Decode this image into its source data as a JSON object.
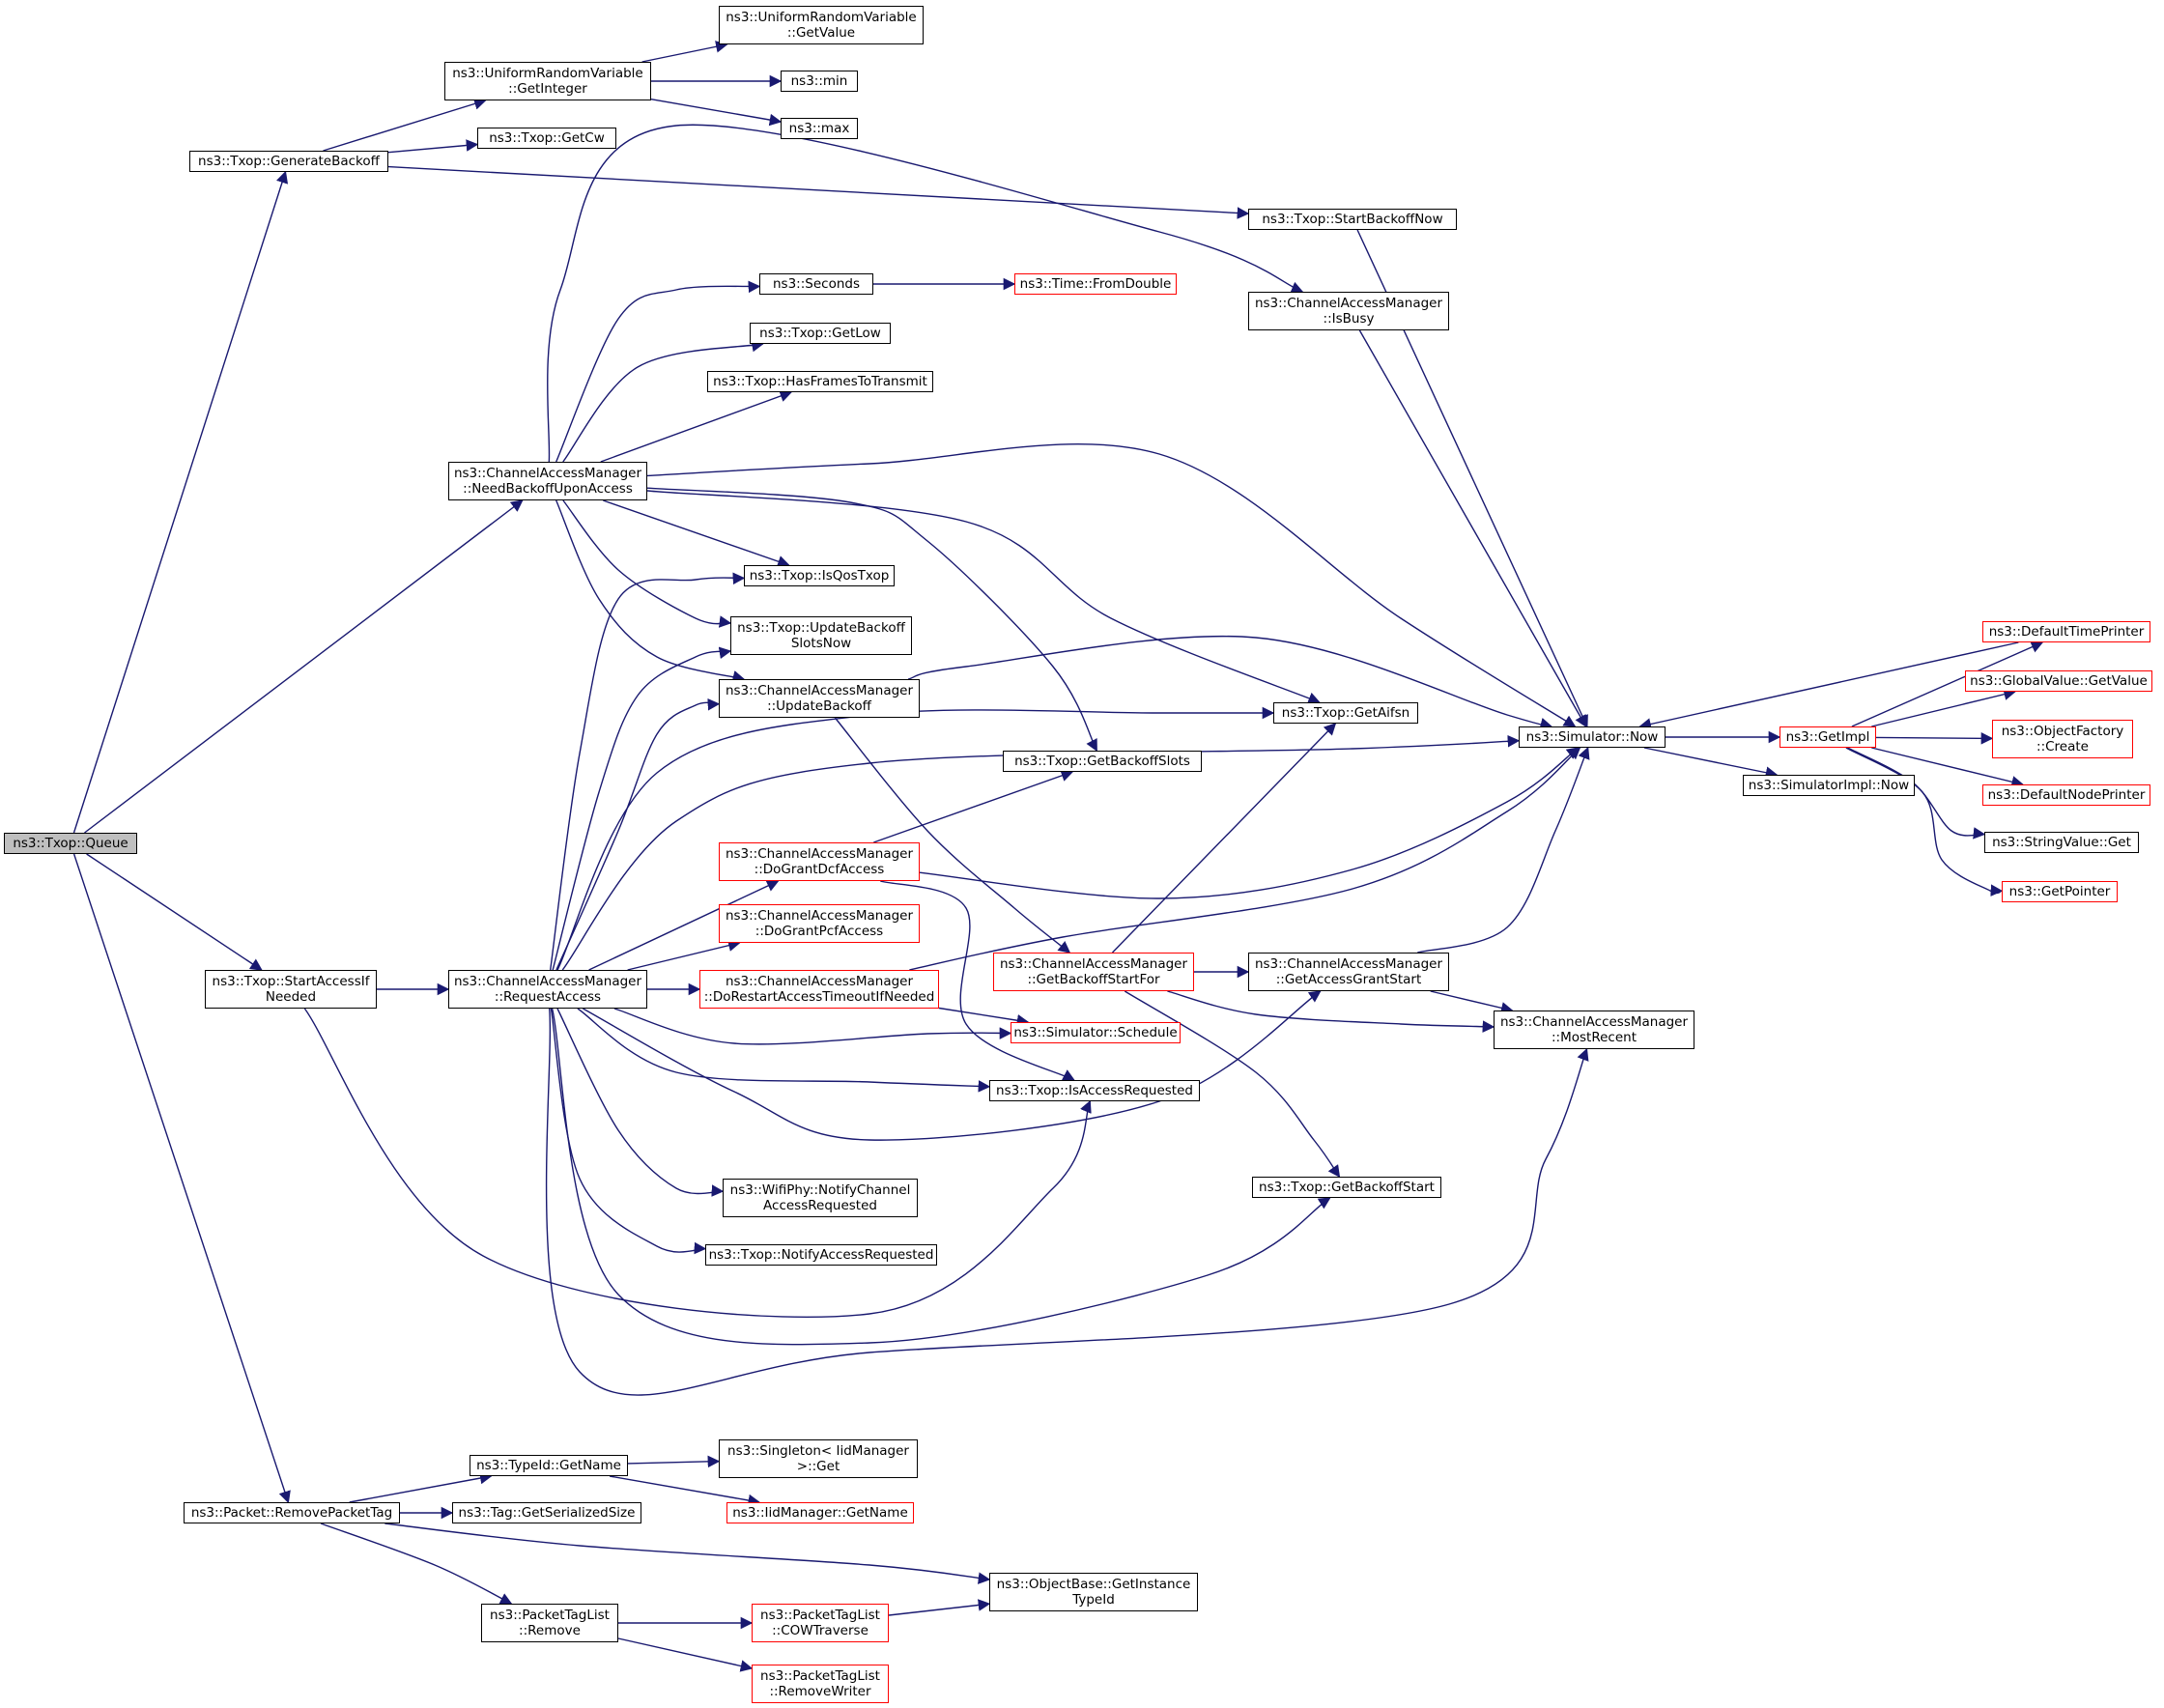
{
  "colors": {
    "edge": "#191970",
    "border": "#000000",
    "border_highlight": "#ff0000",
    "root_fill": "#bfbfbf",
    "background": "#ffffff"
  },
  "nodes": [
    {
      "id": "queue",
      "text": "ns3::Txop::Queue",
      "variant": "root"
    },
    {
      "id": "genbackoff",
      "text": "ns3::Txop::GenerateBackoff"
    },
    {
      "id": "urv_getint",
      "text": "ns3::UniformRandomVariable\n::GetInteger"
    },
    {
      "id": "urv_getval",
      "text": "ns3::UniformRandomVariable\n::GetValue"
    },
    {
      "id": "min",
      "text": "ns3::min"
    },
    {
      "id": "max",
      "text": "ns3::max"
    },
    {
      "id": "getcw",
      "text": "ns3::Txop::GetCw"
    },
    {
      "id": "startbackoffnow",
      "text": "ns3::Txop::StartBackoffNow"
    },
    {
      "id": "seconds",
      "text": "ns3::Seconds"
    },
    {
      "id": "fromdouble",
      "text": "ns3::Time::FromDouble",
      "variant": "red"
    },
    {
      "id": "isbusy",
      "text": "ns3::ChannelAccessManager\n::IsBusy"
    },
    {
      "id": "getlow",
      "text": "ns3::Txop::GetLow"
    },
    {
      "id": "hasframes",
      "text": "ns3::Txop::HasFramesToTransmit"
    },
    {
      "id": "needbackoff",
      "text": "ns3::ChannelAccessManager\n::NeedBackoffUponAccess"
    },
    {
      "id": "isqos",
      "text": "ns3::Txop::IsQosTxop"
    },
    {
      "id": "updbackoffslots",
      "text": "ns3::Txop::UpdateBackoff\nSlotsNow"
    },
    {
      "id": "cam_updbackoff",
      "text": "ns3::ChannelAccessManager\n::UpdateBackoff"
    },
    {
      "id": "getaifsn",
      "text": "ns3::Txop::GetAifsn"
    },
    {
      "id": "getbackoffslots",
      "text": "ns3::Txop::GetBackoffSlots"
    },
    {
      "id": "simnow",
      "text": "ns3::Simulator::Now"
    },
    {
      "id": "getimpl",
      "text": "ns3::GetImpl",
      "variant": "red"
    },
    {
      "id": "simimplnow",
      "text": "ns3::SimulatorImpl::Now"
    },
    {
      "id": "deftimeprinter",
      "text": "ns3::DefaultTimePrinter",
      "variant": "red"
    },
    {
      "id": "globalvalue",
      "text": "ns3::GlobalValue::GetValue",
      "variant": "red"
    },
    {
      "id": "objfactory",
      "text": "ns3::ObjectFactory\n::Create",
      "variant": "red"
    },
    {
      "id": "defnodeprinter",
      "text": "ns3::DefaultNodePrinter",
      "variant": "red"
    },
    {
      "id": "stringvalue",
      "text": "ns3::StringValue::Get"
    },
    {
      "id": "getpointer",
      "text": "ns3::GetPointer",
      "variant": "red"
    },
    {
      "id": "dograntdcf",
      "text": "ns3::ChannelAccessManager\n::DoGrantDcfAccess",
      "variant": "red"
    },
    {
      "id": "dograntpcf",
      "text": "ns3::ChannelAccessManager\n::DoGrantPcfAccess",
      "variant": "red"
    },
    {
      "id": "startaccess",
      "text": "ns3::Txop::StartAccessIf\nNeeded"
    },
    {
      "id": "requestaccess",
      "text": "ns3::ChannelAccessManager\n::RequestAccess"
    },
    {
      "id": "dorestart",
      "text": "ns3::ChannelAccessManager\n::DoRestartAccessTimeoutIfNeeded",
      "variant": "red"
    },
    {
      "id": "getbackoffstartfor",
      "text": "ns3::ChannelAccessManager\n::GetBackoffStartFor",
      "variant": "red"
    },
    {
      "id": "getaccessgrantstart",
      "text": "ns3::ChannelAccessManager\n::GetAccessGrantStart"
    },
    {
      "id": "mostrecent",
      "text": "ns3::ChannelAccessManager\n::MostRecent"
    },
    {
      "id": "schedule",
      "text": "ns3::Simulator::Schedule",
      "variant": "red"
    },
    {
      "id": "isaccessrequested",
      "text": "ns3::Txop::IsAccessRequested"
    },
    {
      "id": "notifychannel",
      "text": "ns3::WifiPhy::NotifyChannel\nAccessRequested"
    },
    {
      "id": "notifyaccess",
      "text": "ns3::Txop::NotifyAccessRequested"
    },
    {
      "id": "getbackoffstart",
      "text": "ns3::Txop::GetBackoffStart"
    },
    {
      "id": "typeid_getname",
      "text": "ns3::TypeId::GetName"
    },
    {
      "id": "singleton",
      "text": "ns3::Singleton< IidManager\n>::Get"
    },
    {
      "id": "iidmanager",
      "text": "ns3::IidManager::GetName",
      "variant": "red"
    },
    {
      "id": "removepackettag",
      "text": "ns3::Packet::RemovePacketTag"
    },
    {
      "id": "tag_size",
      "text": "ns3::Tag::GetSerializedSize"
    },
    {
      "id": "objectbase",
      "text": "ns3::ObjectBase::GetInstance\nTypeId"
    },
    {
      "id": "ptl_remove",
      "text": "ns3::PacketTagList\n::Remove"
    },
    {
      "id": "ptl_cow",
      "text": "ns3::PacketTagList\n::COWTraverse",
      "variant": "red"
    },
    {
      "id": "ptl_removewriter",
      "text": "ns3::PacketTagList\n::RemoveWriter",
      "variant": "red"
    }
  ],
  "edges": [
    [
      "queue",
      "genbackoff"
    ],
    [
      "queue",
      "needbackoff"
    ],
    [
      "queue",
      "startaccess"
    ],
    [
      "queue",
      "removepackettag"
    ],
    [
      "genbackoff",
      "urv_getint"
    ],
    [
      "genbackoff",
      "getcw"
    ],
    [
      "genbackoff",
      "startbackoffnow"
    ],
    [
      "urv_getint",
      "urv_getval"
    ],
    [
      "urv_getint",
      "min"
    ],
    [
      "urv_getint",
      "max"
    ],
    [
      "startbackoffnow",
      "simnow"
    ],
    [
      "isbusy",
      "simnow"
    ],
    [
      "needbackoff",
      "isbusy"
    ],
    [
      "needbackoff",
      "seconds"
    ],
    [
      "needbackoff",
      "getlow"
    ],
    [
      "needbackoff",
      "hasframes"
    ],
    [
      "needbackoff",
      "simnow"
    ],
    [
      "needbackoff",
      "isqos"
    ],
    [
      "needbackoff",
      "updbackoffslots"
    ],
    [
      "needbackoff",
      "cam_updbackoff"
    ],
    [
      "needbackoff",
      "getaifsn"
    ],
    [
      "needbackoff",
      "getbackoffslots"
    ],
    [
      "seconds",
      "fromdouble"
    ],
    [
      "cam_updbackoff",
      "simnow"
    ],
    [
      "cam_updbackoff",
      "getbackoffstartfor"
    ],
    [
      "simnow",
      "getimpl"
    ],
    [
      "simnow",
      "simimplnow"
    ],
    [
      "getimpl",
      "deftimeprinter"
    ],
    [
      "getimpl",
      "globalvalue"
    ],
    [
      "getimpl",
      "objfactory"
    ],
    [
      "getimpl",
      "defnodeprinter"
    ],
    [
      "getimpl",
      "stringvalue"
    ],
    [
      "getimpl",
      "getpointer"
    ],
    [
      "deftimeprinter",
      "simnow"
    ],
    [
      "startaccess",
      "requestaccess"
    ],
    [
      "startaccess",
      "isaccessrequested"
    ],
    [
      "requestaccess",
      "isqos"
    ],
    [
      "requestaccess",
      "updbackoffslots"
    ],
    [
      "requestaccess",
      "cam_updbackoff"
    ],
    [
      "requestaccess",
      "getaifsn"
    ],
    [
      "requestaccess",
      "simnow"
    ],
    [
      "requestaccess",
      "dograntdcf"
    ],
    [
      "requestaccess",
      "dograntpcf"
    ],
    [
      "requestaccess",
      "dorestart"
    ],
    [
      "requestaccess",
      "schedule"
    ],
    [
      "requestaccess",
      "isaccessrequested"
    ],
    [
      "requestaccess",
      "getaccessgrantstart"
    ],
    [
      "requestaccess",
      "notifychannel"
    ],
    [
      "requestaccess",
      "notifyaccess"
    ],
    [
      "requestaccess",
      "getbackoffstart"
    ],
    [
      "requestaccess",
      "mostrecent"
    ],
    [
      "dograntdcf",
      "getbackoffslots"
    ],
    [
      "dograntdcf",
      "simnow"
    ],
    [
      "dograntdcf",
      "isaccessrequested"
    ],
    [
      "dorestart",
      "simnow"
    ],
    [
      "dorestart",
      "schedule"
    ],
    [
      "getbackoffstartfor",
      "getaifsn"
    ],
    [
      "getbackoffstartfor",
      "getaccessgrantstart"
    ],
    [
      "getbackoffstartfor",
      "mostrecent"
    ],
    [
      "getbackoffstartfor",
      "getbackoffstart"
    ],
    [
      "getaccessgrantstart",
      "simnow"
    ],
    [
      "getaccessgrantstart",
      "mostrecent"
    ],
    [
      "removepackettag",
      "typeid_getname"
    ],
    [
      "removepackettag",
      "tag_size"
    ],
    [
      "removepackettag",
      "objectbase"
    ],
    [
      "removepackettag",
      "ptl_remove"
    ],
    [
      "typeid_getname",
      "singleton"
    ],
    [
      "typeid_getname",
      "iidmanager"
    ],
    [
      "ptl_remove",
      "ptl_cow"
    ],
    [
      "ptl_remove",
      "ptl_removewriter"
    ],
    [
      "ptl_cow",
      "objectbase"
    ]
  ]
}
